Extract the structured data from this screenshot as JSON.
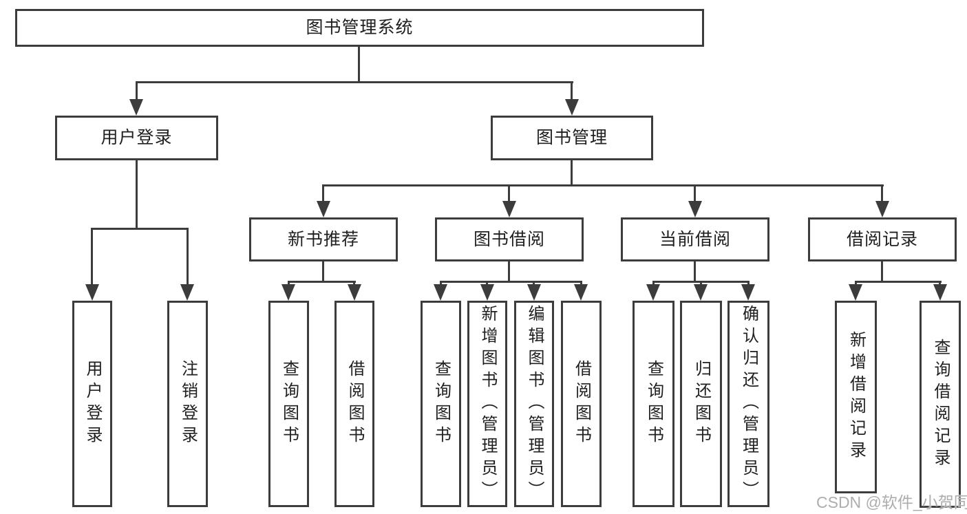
{
  "diagram": {
    "title": "图书管理系统",
    "branches": [
      {
        "label": "用户登录",
        "children": [
          "用户登录",
          "注销登录"
        ]
      },
      {
        "label": "图书管理",
        "sections": [
          {
            "label": "新书推荐",
            "children": [
              "查询图书",
              "借阅图书"
            ]
          },
          {
            "label": "图书借阅",
            "children": [
              "查询图书",
              "新增图书（管理员）",
              "编辑图书（管理员）",
              "借阅图书"
            ]
          },
          {
            "label": "当前借阅",
            "children": [
              "查询图书",
              "归还图书",
              "确认归还（管理员）"
            ]
          },
          {
            "label": "借阅记录",
            "children": [
              "新增借阅记录",
              "查询借阅记录"
            ]
          }
        ]
      }
    ]
  },
  "watermark": {
    "text": "CSDN @软件_小贺同学"
  },
  "icons": {
    "arrow_down": "css-triangle-down"
  },
  "colors": {
    "line": "#3c3c3c",
    "box_border": "#3c3c3c",
    "box_fill": "#ffffff",
    "text": "#1f1f1f",
    "watermark": "#adadad",
    "background": "#ffffff"
  }
}
